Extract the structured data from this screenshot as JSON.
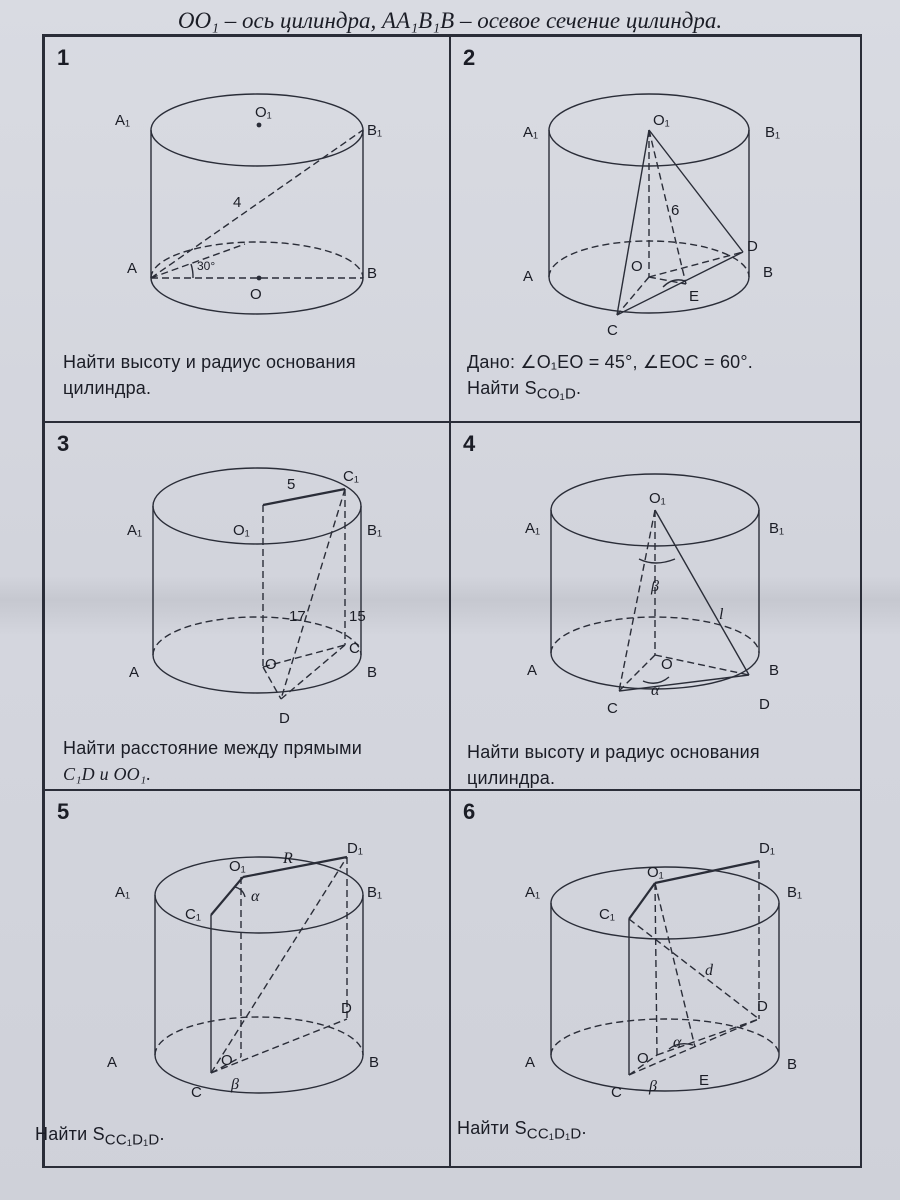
{
  "header": "OO₁ – ось цилиндра, AA₁B₁B – осевое сечение цилиндра.",
  "problems": [
    {
      "number": "1",
      "labels": [
        "A₁",
        "O₁",
        "B₁",
        "A",
        "O",
        "B",
        "4",
        "30°"
      ],
      "task_lines": [
        "Найти высоту и радиус основания",
        "цилиндра."
      ]
    },
    {
      "number": "2",
      "labels": [
        "A₁",
        "O₁",
        "B₁",
        "A",
        "O",
        "B",
        "C",
        "D",
        "E",
        "6"
      ],
      "task_lines": [
        "Дано: ∠O₁EO = 45°, ∠EOC = 60°.",
        "Найти S",
        "CO₁D",
        "."
      ]
    },
    {
      "number": "3",
      "labels": [
        "A₁",
        "O₁",
        "C₁",
        "B₁",
        "A",
        "O",
        "C",
        "B",
        "D",
        "5",
        "17",
        "15"
      ],
      "task_lines": [
        "Найти расстояние между прямыми",
        "C₁D и OO₁."
      ]
    },
    {
      "number": "4",
      "labels": [
        "A₁",
        "O₁",
        "B₁",
        "A",
        "O",
        "B",
        "C",
        "D",
        "β",
        "l",
        "α"
      ],
      "task_lines": [
        "Найти высоту и радиус основания",
        "цилиндра."
      ]
    },
    {
      "number": "5",
      "labels": [
        "A₁",
        "O₁",
        "R",
        "D₁",
        "B₁",
        "C₁",
        "α",
        "A",
        "O",
        "D",
        "B",
        "C",
        "β"
      ],
      "task_lines": [
        "Найти S",
        "CC₁D₁D",
        "."
      ]
    },
    {
      "number": "6",
      "labels": [
        "A₁",
        "O₁",
        "D₁",
        "B₁",
        "C₁",
        "d",
        "A",
        "O",
        "D",
        "B",
        "E",
        "C",
        "α",
        "β"
      ],
      "task_lines": [
        "Найти S",
        "CC₁D₁D",
        "."
      ]
    }
  ]
}
